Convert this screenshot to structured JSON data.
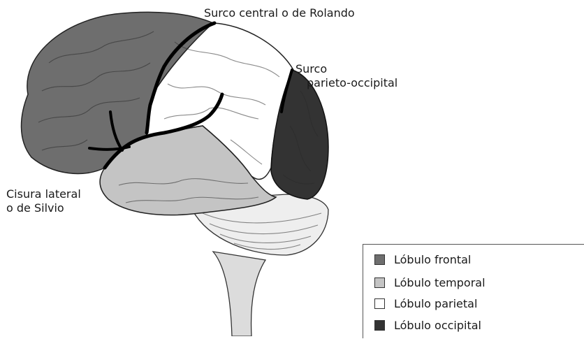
{
  "labels": {
    "central_sulcus": "Surco central o de Rolando",
    "parieto_occipital_line1": "Surco",
    "parieto_occipital_line2": "parieto-occipital",
    "lateral_line1": "Cisura lateral",
    "lateral_line2": "o de Silvio"
  },
  "legend": {
    "items": [
      {
        "label": "Lóbulo frontal",
        "color": "#6e6e6e"
      },
      {
        "label": "Lóbulo temporal",
        "color": "#c4c4c4"
      },
      {
        "label": "Lóbulo parietal",
        "color": "#ffffff"
      },
      {
        "label": "Lóbulo occipital",
        "color": "#333333"
      }
    ]
  },
  "colors": {
    "frontal": "#6e6e6e",
    "temporal": "#c4c4c4",
    "parietal": "#ffffff",
    "occipital": "#333333",
    "sulcus": "#000000",
    "cerebellum": "#eeeeee",
    "brainstem": "#dcdcdc"
  }
}
